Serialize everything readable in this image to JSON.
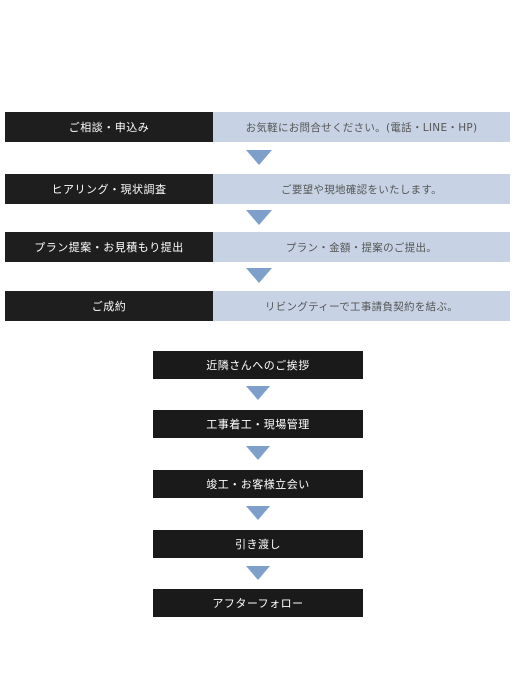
{
  "steps_detailed": [
    {
      "label": "ご相談・申込み",
      "description": "お気軽にお問合せください。(電話・LINE・HP)"
    },
    {
      "label": "ヒアリング・現状調査",
      "description": "ご要望や現地確認をいたします。"
    },
    {
      "label": "プラン提案・お見積もり提出",
      "description": "プラン・金額・提案のご提出。"
    },
    {
      "label": "ご成約",
      "description": "リビングティーで工事請負契約を結ぶ。"
    }
  ],
  "steps_simple": [
    "近隣さんへのご挨拶",
    "工事着工・現場管理",
    "竣工・お客様立会い",
    "引き渡し",
    "アフターフォロー"
  ],
  "colors": {
    "dark": "#1e1e1e",
    "light_blue": "#c7d3e4",
    "arrow_blue": "#7d9fc9"
  }
}
